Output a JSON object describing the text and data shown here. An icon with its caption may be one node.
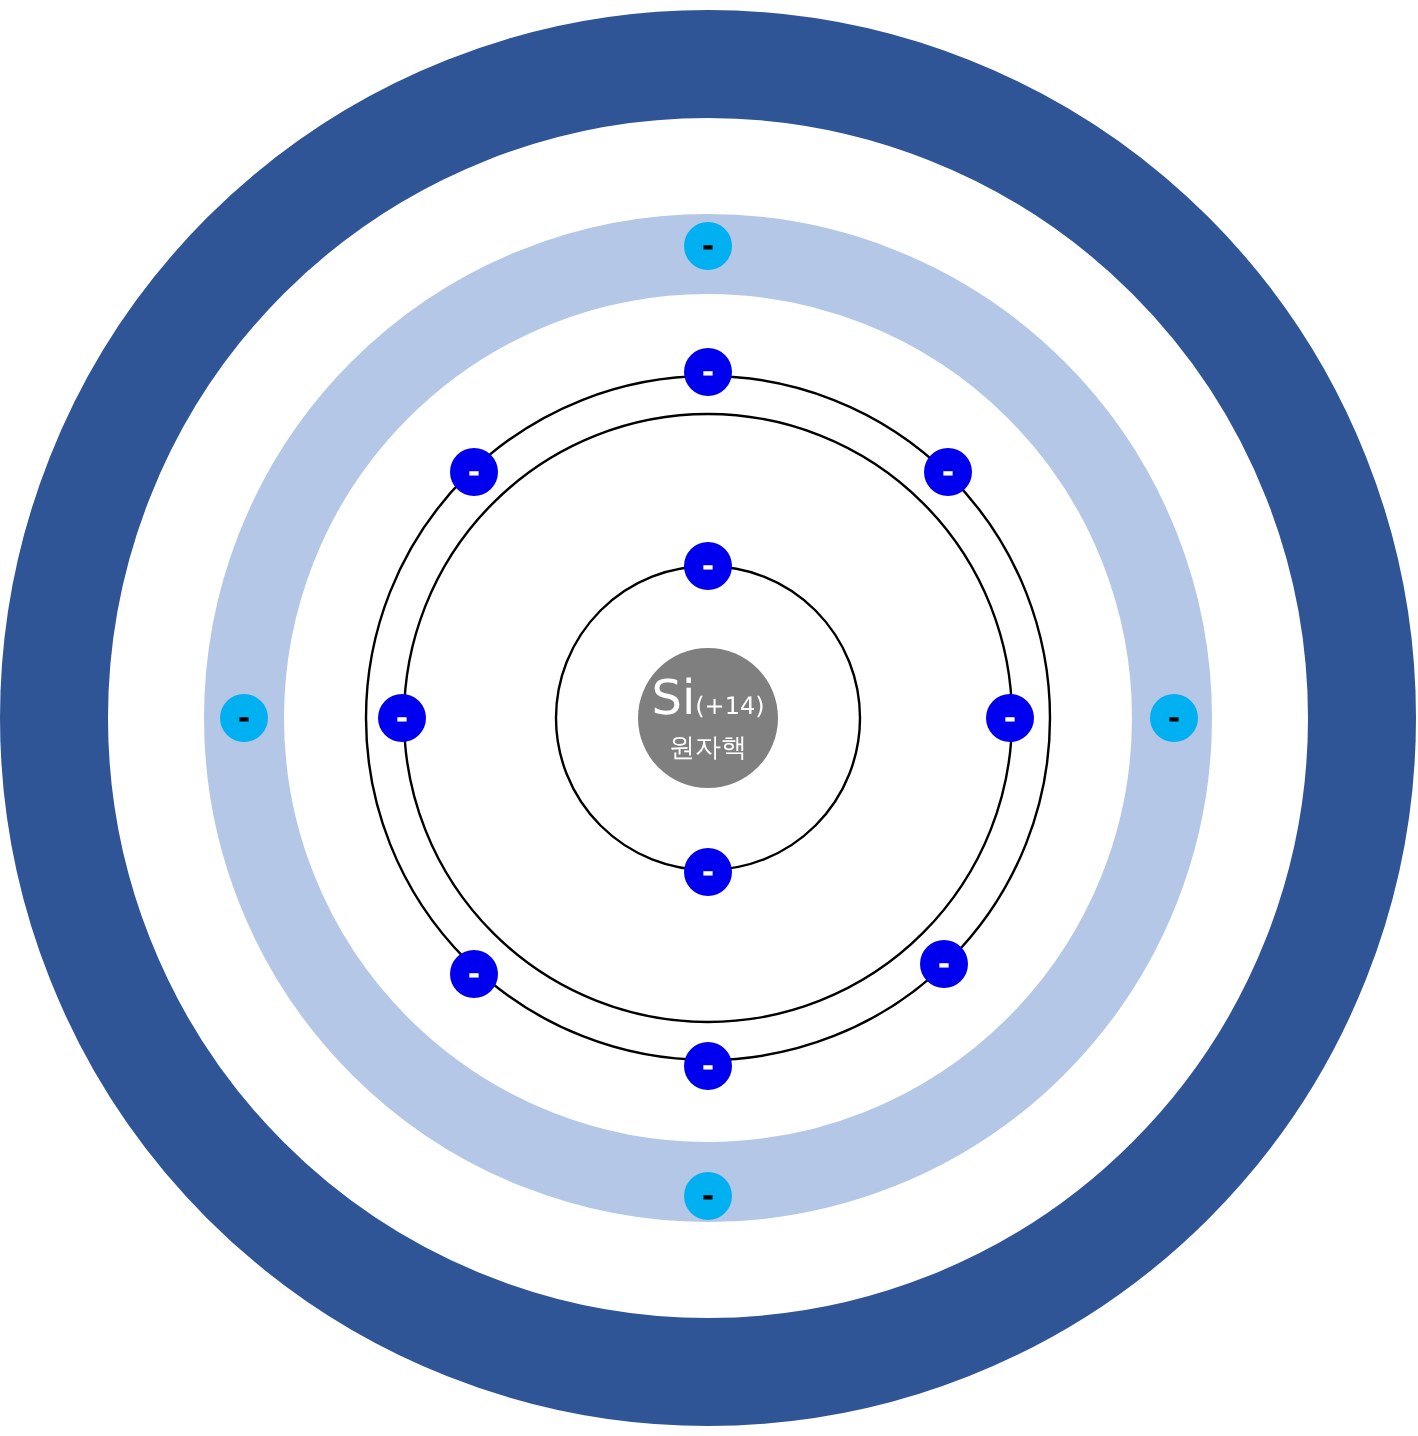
{
  "diagram": {
    "nodes": [
      {
        "text": [
          "Si",
          "(+14)",
          "원자핵"
        ]
      },
      {
        "text": [
          "-"
        ]
      },
      {
        "text": [
          "-"
        ]
      },
      {
        "text": [
          "-"
        ]
      },
      {
        "text": [
          "-"
        ]
      },
      {
        "text": [
          "-"
        ]
      },
      {
        "text": [
          "-"
        ]
      },
      {
        "text": [
          "-"
        ]
      },
      {
        "text": [
          "-"
        ]
      },
      {
        "text": [
          "-"
        ]
      },
      {
        "text": [
          "-"
        ]
      },
      {
        "text": [
          "-"
        ]
      },
      {
        "text": [
          "-"
        ]
      },
      {
        "text": [
          "-"
        ]
      },
      {
        "text": [
          "-"
        ]
      }
    ]
  }
}
